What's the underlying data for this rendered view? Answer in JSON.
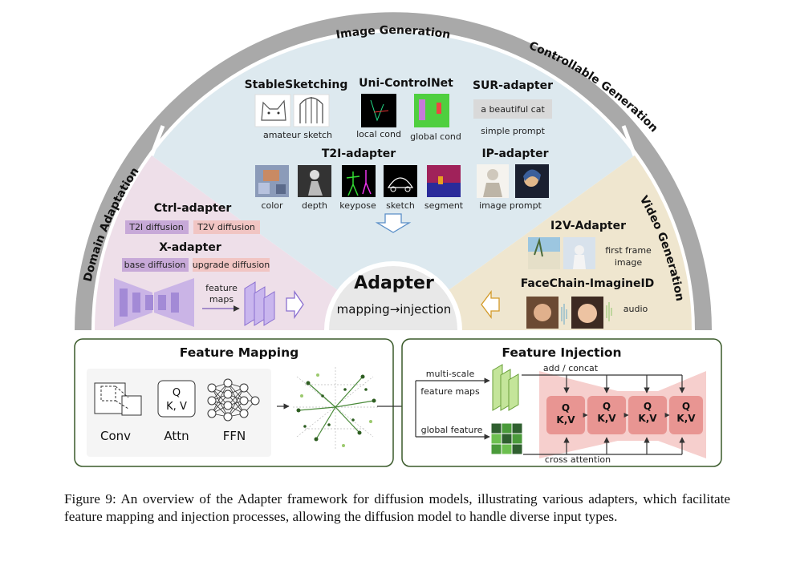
{
  "arc": {
    "center_title": "Image Generation",
    "right_title": "Controllable Generation",
    "left_title": "Domain Adaptation",
    "video_title": "Video Generation"
  },
  "stable_sketching": {
    "title": "StableSketching",
    "label": "amateur sketch"
  },
  "uni_controlnet": {
    "title": "Uni-ControlNet",
    "local_label": "local cond",
    "global_label": "global cond"
  },
  "sur_adapter": {
    "title": "SUR-adapter",
    "prompt_box": "a beautiful cat",
    "label": "simple prompt"
  },
  "t2i_adapter": {
    "title": "T2I-adapter",
    "labels": [
      "color",
      "depth",
      "keypose",
      "sketch",
      "segment"
    ]
  },
  "ip_adapter": {
    "title": "IP-adapter",
    "label": "image prompt"
  },
  "ctrl_adapter": {
    "title": "Ctrl-adapter",
    "tag1": "T2I diffusion",
    "tag2": "T2V diffusion"
  },
  "x_adapter": {
    "title": "X-adapter",
    "tag1": "base diffusion",
    "tag2": "upgrade diffusion",
    "feature_label_1": "feature",
    "feature_label_2": "maps"
  },
  "center": {
    "title": "Adapter",
    "subtitle": "mapping→injection"
  },
  "i2v_adapter": {
    "title": "I2V-Adapter",
    "label_1": "first frame",
    "label_2": "image"
  },
  "facechain": {
    "title": "FaceChain-ImagineID",
    "label": "audio"
  },
  "feature_mapping": {
    "title": "Feature Mapping",
    "conv": "Conv",
    "attn": "Attn",
    "ffn": "FFN",
    "attn_q": "Q",
    "attn_kv": "K, V"
  },
  "feature_injection": {
    "title": "Feature Injection",
    "multi_scale_1": "multi-scale",
    "multi_scale_2": "feature maps",
    "global_feature": "global feature",
    "add_concat": "add / concat",
    "cross_attention": "cross attention",
    "q": "Q",
    "kv": "K,V"
  },
  "caption": "Figure 9: An overview of the Adapter framework for diffusion models, illustrating various adapters, which facilitate feature mapping and injection processes, allowing the diffusion model to handle diverse input types.",
  "colors": {
    "arc_gray": "#a9a9a9",
    "image_gen_bg": "#dde9ef",
    "domain_bg": "#eedfe9",
    "video_bg": "#efe6cf",
    "purple_tag": "#c7a9d8",
    "pink_tag": "#f1c5c3",
    "green_box": "#2f5f2f",
    "unet_pink": "#f4c4c2",
    "qkv_block": "#e89592"
  }
}
